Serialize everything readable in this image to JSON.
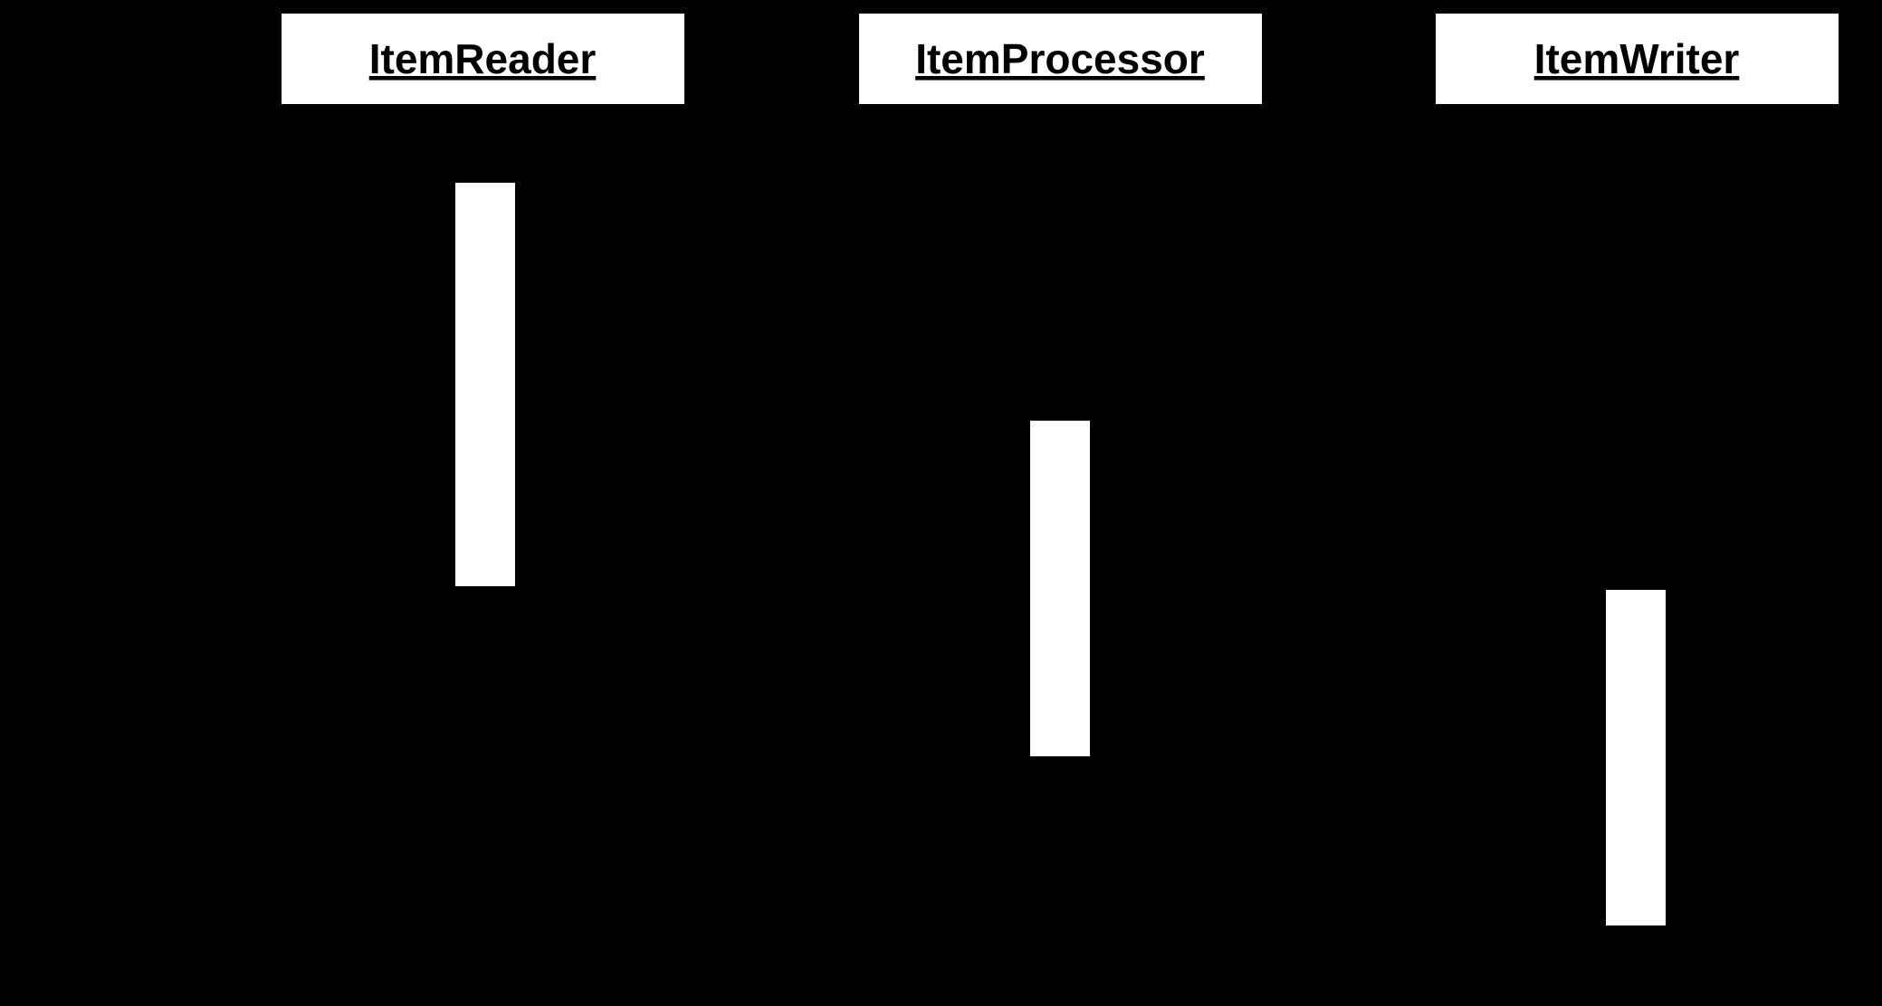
{
  "diagram": {
    "background": "#000000",
    "box_fill": "#ffffff",
    "text_color": "#000000",
    "participants": [
      {
        "id": "item-reader",
        "label": "ItemReader"
      },
      {
        "id": "item-processor",
        "label": "ItemProcessor"
      },
      {
        "id": "item-writer",
        "label": "ItemWriter"
      }
    ]
  }
}
